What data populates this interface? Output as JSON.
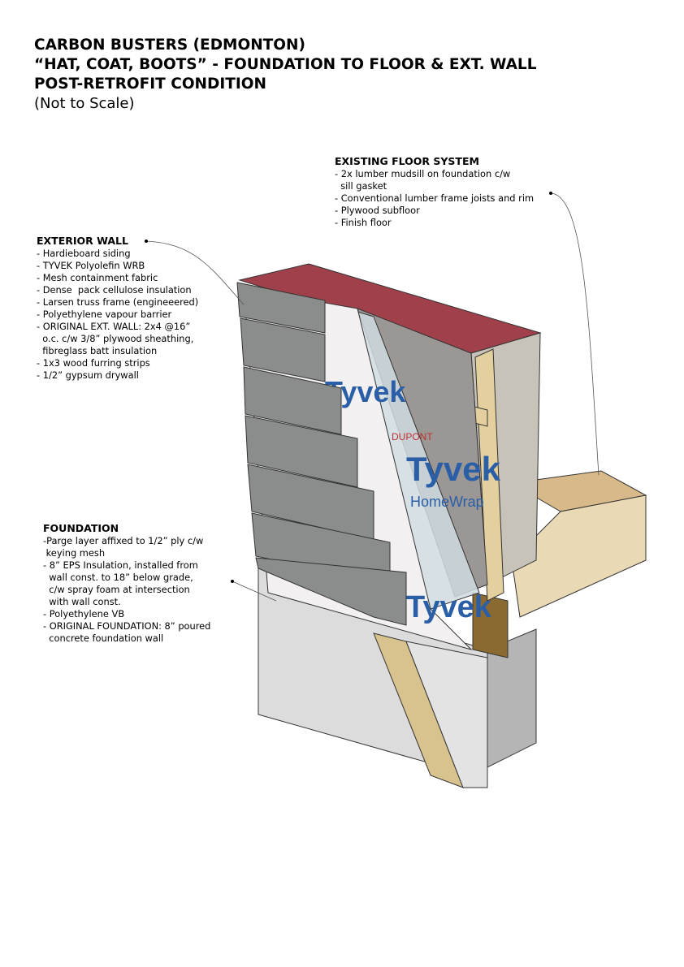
{
  "title": {
    "line1": "CARBON BUSTERS (EDMONTON)",
    "line2": "“HAT, COAT, BOOTS” - FOUNDATION TO FLOOR & EXT. WALL",
    "line3": "POST-RETROFIT CONDITION",
    "subtitle": "(Not to Scale)"
  },
  "floor_system": {
    "heading": "EXISTING FLOOR SYSTEM",
    "items": [
      "- 2x lumber mudsill on foundation c/w\n  sill gasket",
      "- Conventional lumber frame joists and rim",
      "- Plywood subfloor",
      "- Finish floor"
    ]
  },
  "exterior_wall": {
    "heading": "EXTERIOR WALL",
    "items": [
      "- Hardieboard siding",
      "- TYVEK Polyolefin WRB",
      "- Mesh containment fabric",
      "- Dense  pack cellulose insulation",
      "- Larsen truss frame (engineeered)",
      "- Polyethylene vapour barrier",
      "- ORIGINAL EXT. WALL: 2x4 @16”\n  o.c. c/w 3/8” plywood sheathing,\n  fibreglass batt insulation",
      "- 1x3 wood furring strips",
      "- 1/2” gypsum drywall"
    ]
  },
  "foundation": {
    "heading": "FOUNDATION",
    "items": [
      "-Parge layer affixed to 1/2” ply c/w\n keying mesh",
      "- 8” EPS Insulation, installed from\n  wall const. to 18” below grade,\n  c/w spray foam at intersection\n  with wall const.",
      "- Polyethylene VB",
      "- ORIGINAL FOUNDATION: 8” poured\n  concrete foundation wall"
    ]
  },
  "illustration_labels": {
    "tyvek": "Tyvek",
    "homewrap": "HomeWrap",
    "dupont": "DUPONT"
  },
  "colors": {
    "siding": "#8a8d8c",
    "concrete": "#d9d9d9",
    "tyvek": "#f2f0f0",
    "tyvek_text": "#2a5fa8",
    "cellulose": "#9a9794",
    "wood": "#e4cf9f",
    "sill": "#a0404a"
  }
}
